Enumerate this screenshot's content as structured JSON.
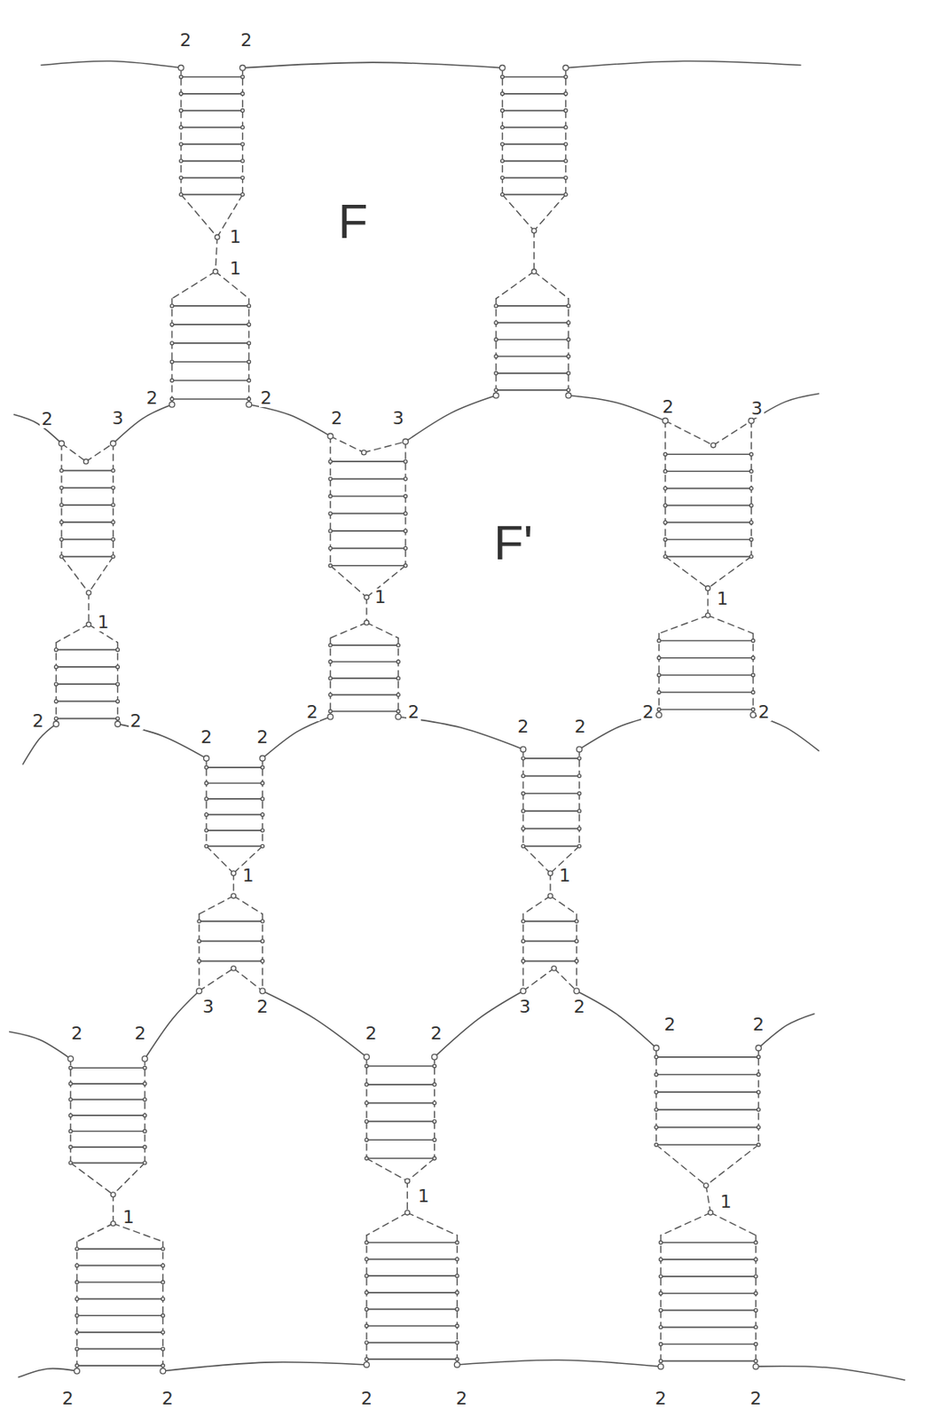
{
  "diagram": {
    "labels": [
      "F",
      "F'",
      "2",
      "2",
      "1",
      "1",
      "2",
      "2",
      "2",
      "3",
      "1",
      "2",
      "2",
      "2",
      "3",
      "1",
      "2",
      "2",
      "2",
      "3",
      "1",
      "2",
      "2",
      "2",
      "2",
      "1",
      "3",
      "2",
      "2",
      "2",
      "1",
      "3",
      "2",
      "2",
      "2",
      "1",
      "2",
      "2",
      "1",
      "2",
      "2",
      "1",
      "2",
      "2",
      "2",
      "2",
      "2",
      "2"
    ]
  }
}
